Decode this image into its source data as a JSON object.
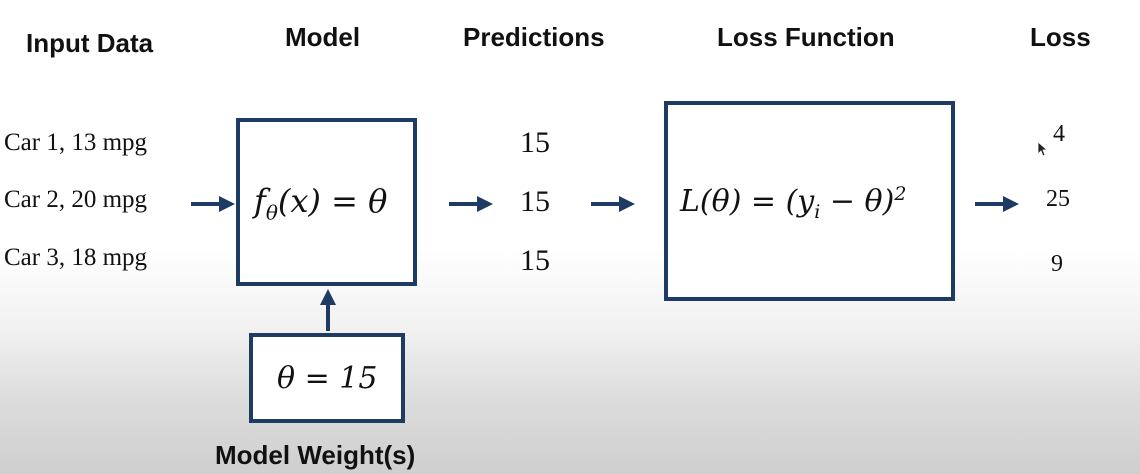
{
  "headers": {
    "input_data": "Input Data",
    "model": "Model",
    "predictions": "Predictions",
    "loss_function": "Loss Function",
    "loss": "Loss"
  },
  "cars": [
    "Car 1, 13 mpg",
    "Car 2, 20 mpg",
    "Car 3, 18 mpg"
  ],
  "predictions": [
    "15",
    "15",
    "15"
  ],
  "losses": [
    "4",
    "25",
    "9"
  ],
  "model_box": {
    "f": "f",
    "sub": "θ",
    "rest": "(x) = θ"
  },
  "loss_box": {
    "lhs": "L(θ) = (y",
    "sub": "i",
    "mid": " − θ)",
    "sup": "2"
  },
  "weight_box": {
    "text": "θ = 15"
  },
  "weight_caption": "Model Weight(s)",
  "colors": {
    "accent": "#1d3b63",
    "text": "#111111"
  }
}
